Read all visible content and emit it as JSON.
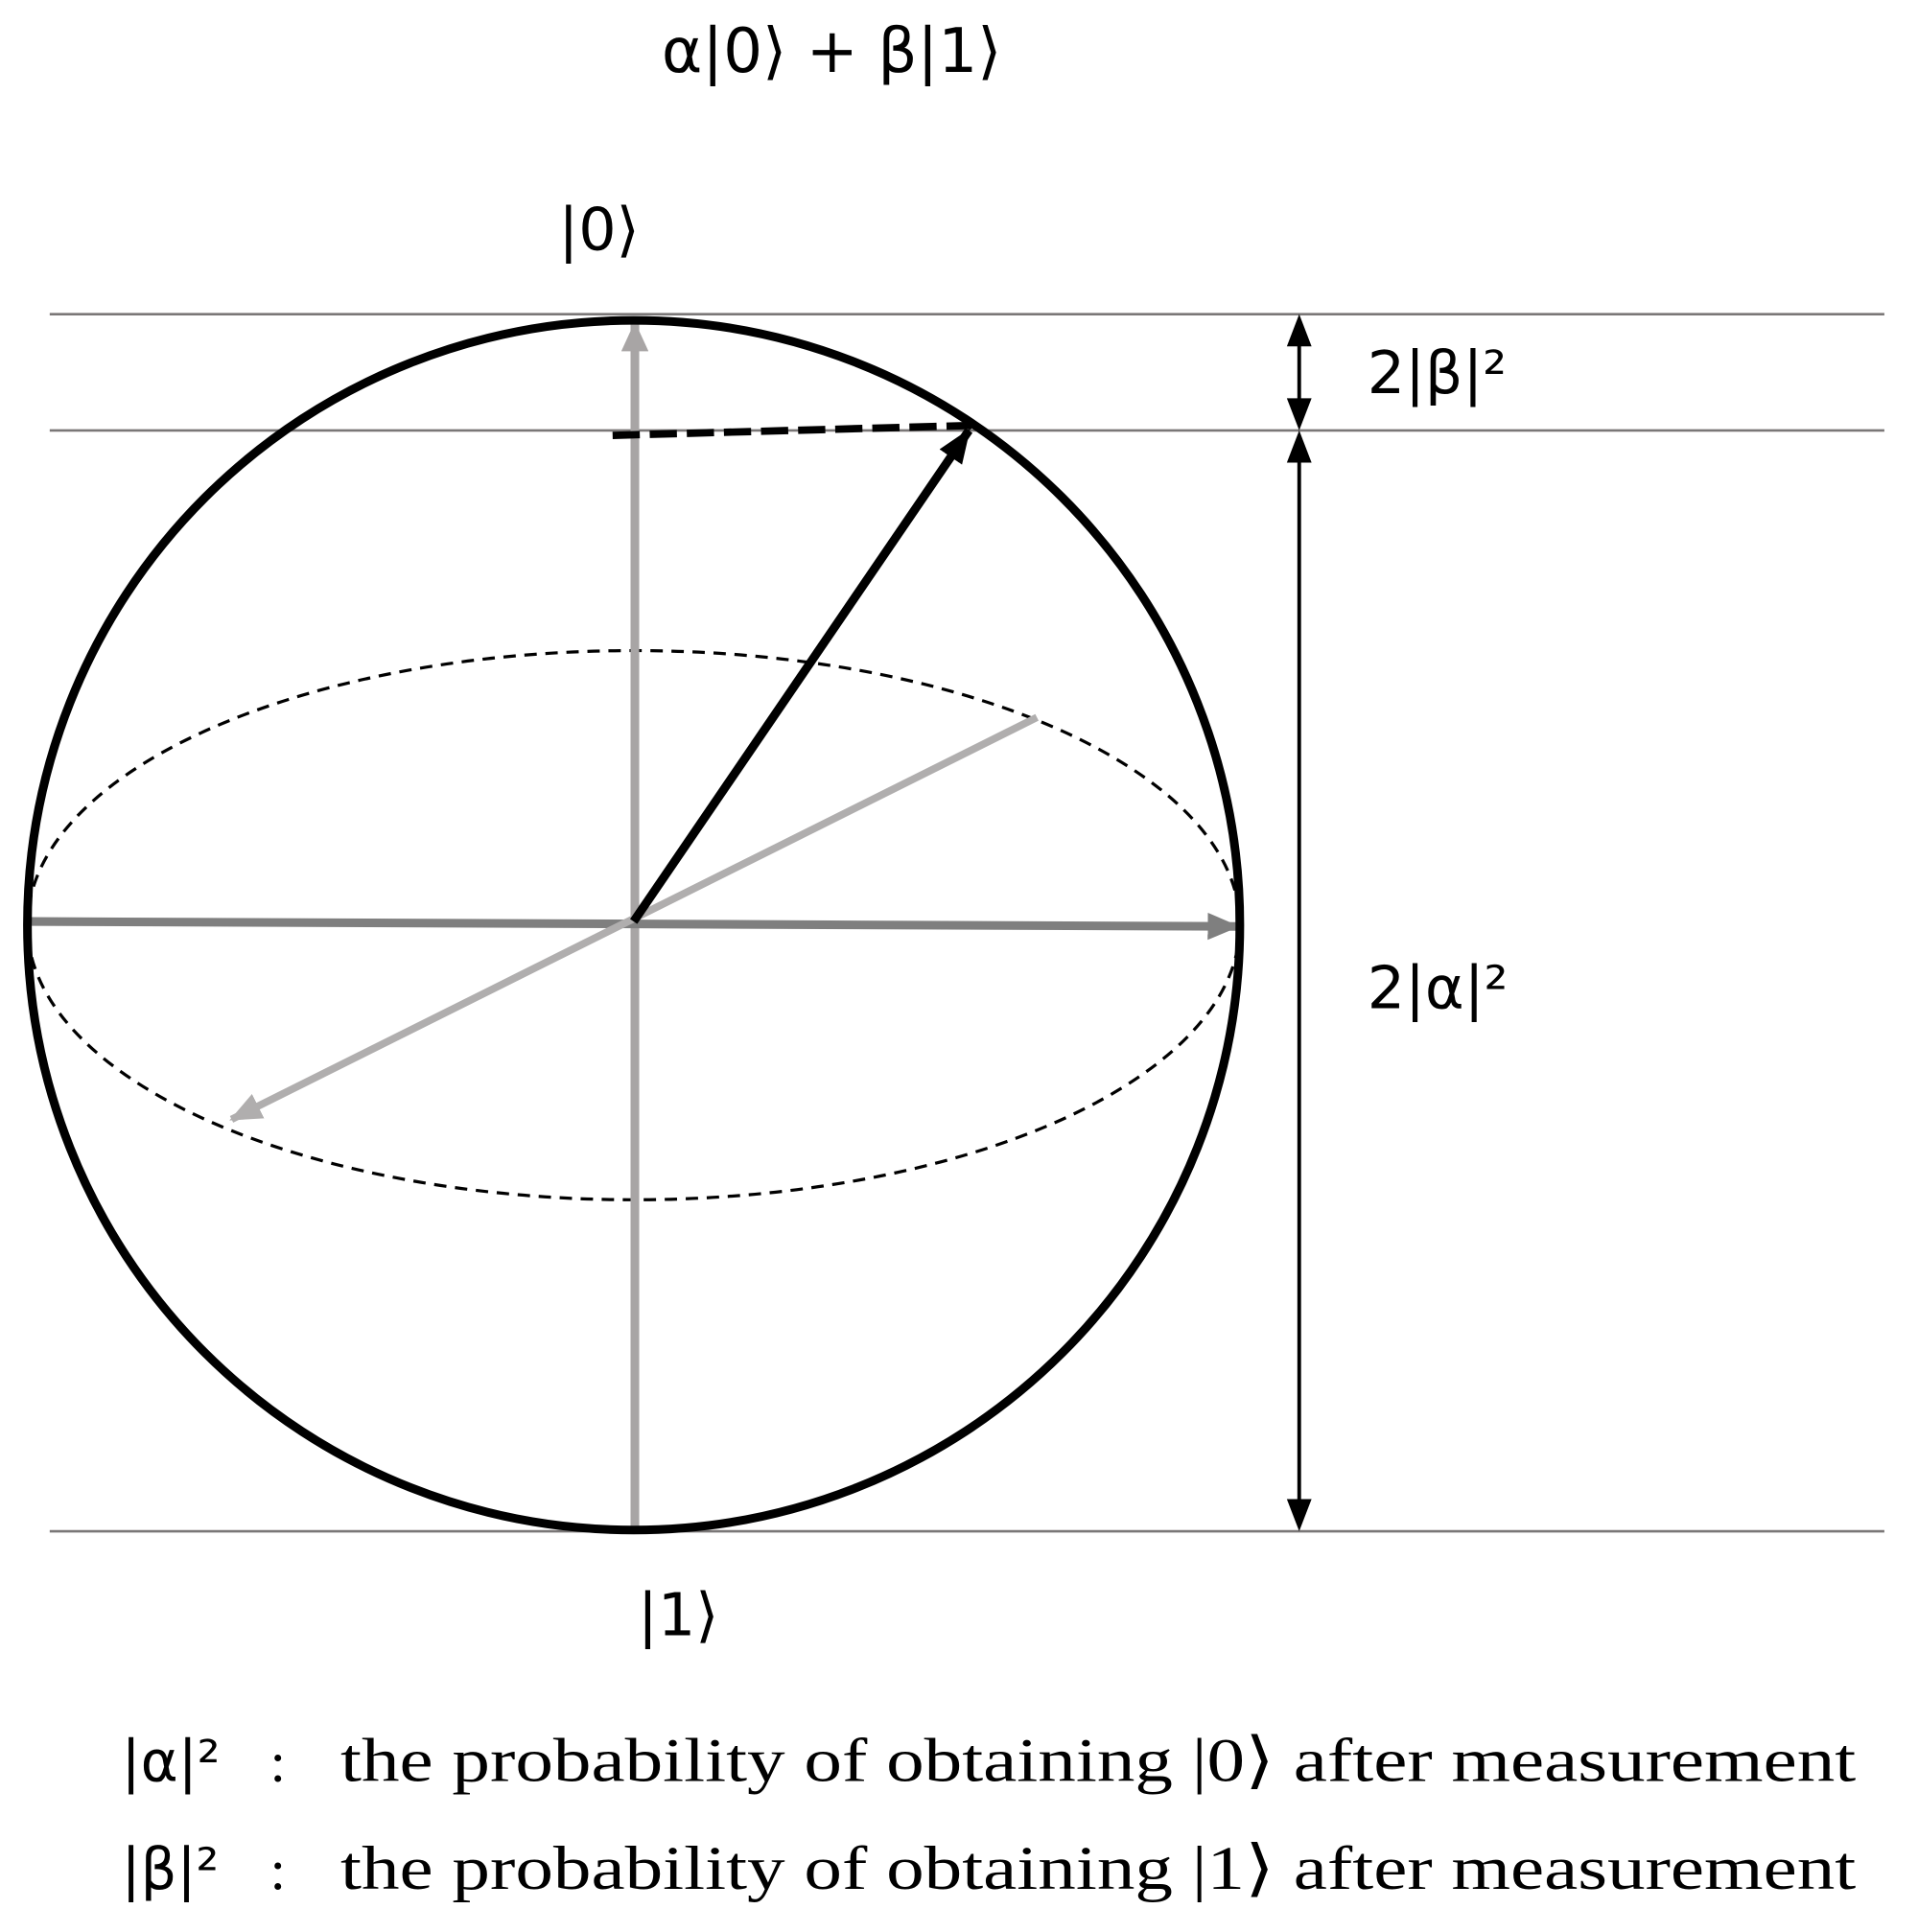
{
  "title": "α|0⟩ + β|1⟩",
  "labels": {
    "ket0": "|0⟩",
    "ket1": "|1⟩",
    "beta_height": "2|β|²",
    "alpha_height": "2|α|²"
  },
  "legend": [
    {
      "symbol": "|α|²",
      "separator": ":",
      "text": "the probability of obtaining |0⟩  after measurement"
    },
    {
      "symbol": "|β|²",
      "separator": ":",
      "text": "the probability of obtaining |1⟩  after measurement"
    }
  ],
  "colors": {
    "sphere": "#000000",
    "state_vector": "#000000",
    "z_axis": "#a8a5a5",
    "x_axis": "#7f7f7f",
    "y_axis": "#b0aeae",
    "guide_lines": "#7a7777"
  }
}
